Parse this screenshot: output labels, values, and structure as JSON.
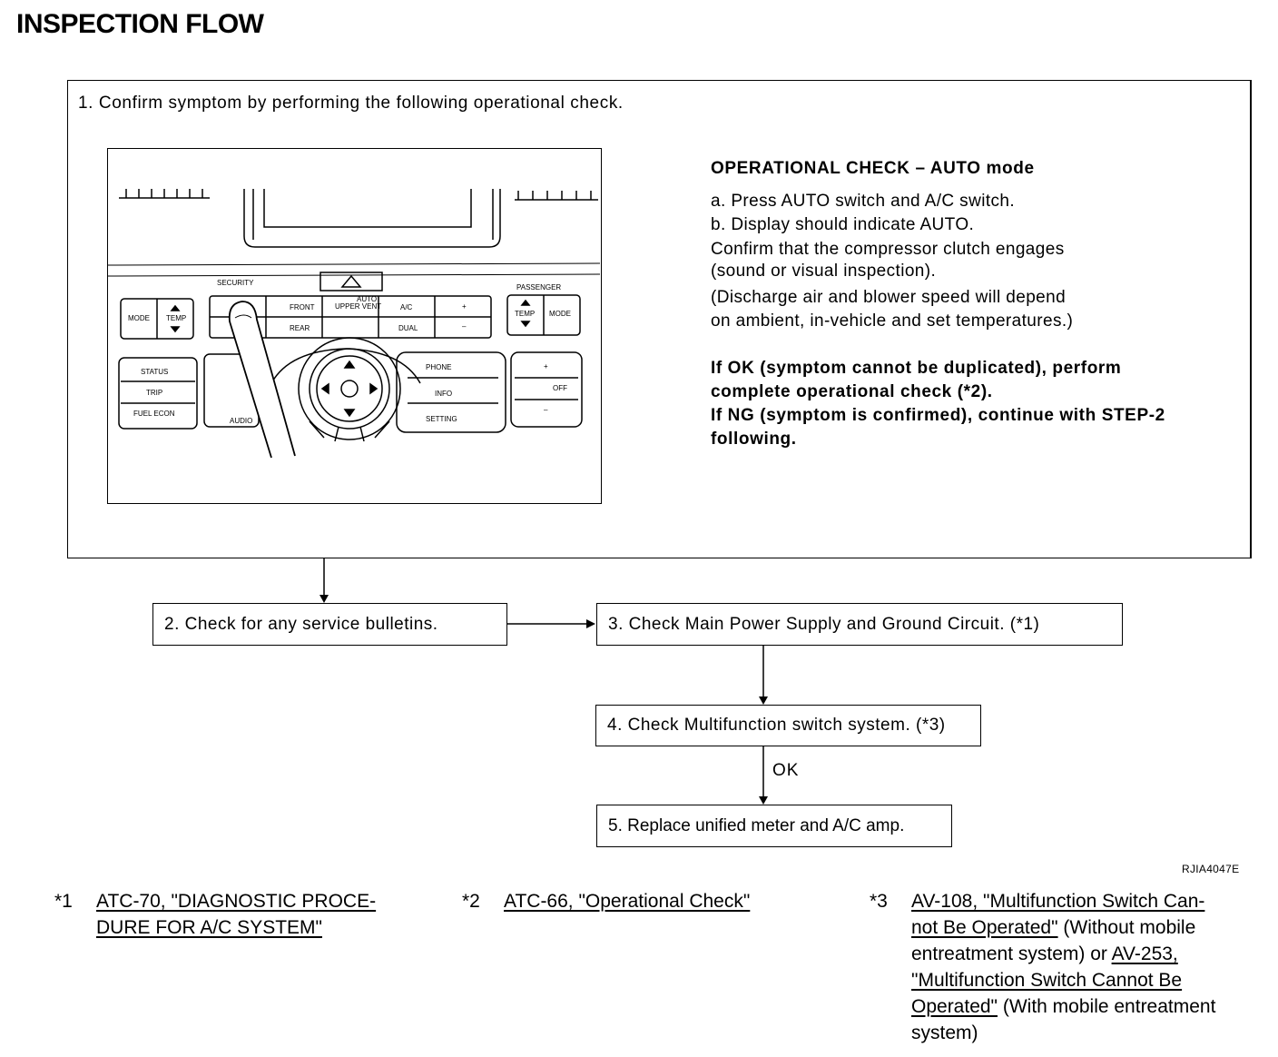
{
  "title": "INSPECTION FLOW",
  "step1": {
    "text": "1. Confirm symptom by performing the following operational check.",
    "operational_check": {
      "heading": "OPERATIONAL CHECK – AUTO mode",
      "lines": [
        "a. Press AUTO switch and A/C switch.",
        "b. Display should indicate AUTO.",
        "Confirm that the compressor clutch engages",
        "(sound or visual inspection).",
        "(Discharge air and blower speed will depend",
        "on ambient, in-vehicle and set temperatures.)"
      ],
      "result_lines": [
        "If OK (symptom cannot be duplicated), perform",
        "complete operational check (*2).",
        "If NG (symptom is confirmed), continue with STEP-2",
        "following."
      ]
    },
    "panel_labels": {
      "security": "SECURITY",
      "passenger": "PASSENGER",
      "mode": "MODE",
      "temp": "TEMP",
      "front": "FRONT",
      "rear": "REAR",
      "upper_vent": "UPPER VENT",
      "auto": "AUTO",
      "ac": "A/C",
      "dual": "DUAL",
      "status": "STATUS",
      "trip": "TRIP",
      "fuel_econ": "FUEL ECON",
      "audio": "AUDIO",
      "phone": "PHONE",
      "info": "INFO",
      "setting": "SETTING",
      "off": "OFF",
      "plus": "+",
      "minus": "–"
    }
  },
  "steps": {
    "s2": "2. Check for any service bulletins.",
    "s3": "3. Check Main Power Supply and Ground Circuit. (*1)",
    "s4": "4. Check Multifunction switch system. (*3)",
    "s5": "5.  Replace unified meter and A/C amp."
  },
  "ok_label": "OK",
  "figure_code": "RJIA4047E",
  "footnotes": {
    "f1": {
      "mark": "*1",
      "link_line1": "ATC-70, \"DIAGNOSTIC PROCE-",
      "link_line2": "DURE FOR A/C SYSTEM\""
    },
    "f2": {
      "mark": "*2",
      "link": "ATC-66, \"Operational Check\""
    },
    "f3": {
      "mark": "*3",
      "link1_line1": "AV-108, \"Multifunction Switch Can-",
      "link1_line2": "not Be Operated\"",
      "text1": " (Without mobile",
      "text2": "entreatment system) or ",
      "link2_line1": "AV-253,",
      "link2_line2": "\"Multifunction Switch Cannot Be",
      "link2_line3": "Operated\"",
      "text3": "  (With mobile entreatment",
      "text4": "system)"
    }
  }
}
